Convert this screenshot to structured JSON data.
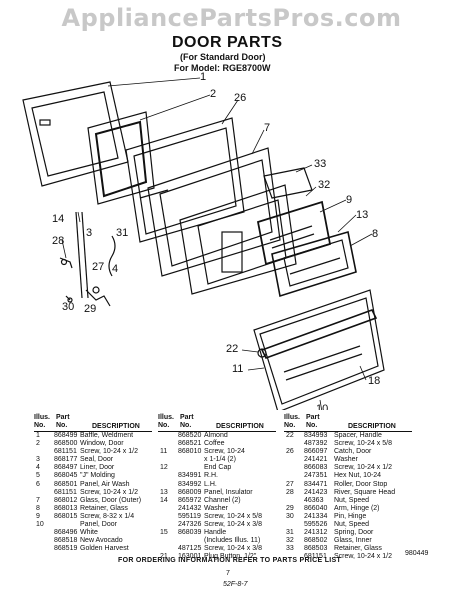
{
  "watermark": "AppliancePartsPros.com",
  "title": "DOOR PARTS",
  "subtitle": "(For Standard Door)",
  "model": "For Model: RGE8700W",
  "callouts": [
    "1",
    "2",
    "26",
    "7",
    "33",
    "32",
    "9",
    "13",
    "8",
    "14",
    "28",
    "3",
    "31",
    "4",
    "27",
    "30",
    "29",
    "22",
    "11",
    "18",
    "10"
  ],
  "columns": {
    "illus_no": "Illus. No.",
    "part_no": "Part No.",
    "description": "DESCRIPTION"
  },
  "table_left": [
    {
      "illus": "1",
      "part": "868499",
      "desc": "Baffle, Weldment"
    },
    {
      "illus": "2",
      "part": "868500",
      "desc": "Window, Door"
    },
    {
      "illus": "",
      "part": "681151",
      "desc": "Screw, 10-24 x 1/2"
    },
    {
      "illus": "3",
      "part": "868177",
      "desc": "Seal, Door"
    },
    {
      "illus": "4",
      "part": "868497",
      "desc": "Liner, Door"
    },
    {
      "illus": "5",
      "part": "868045",
      "desc": "\"J\" Molding"
    },
    {
      "illus": "6",
      "part": "868501",
      "desc": "Panel, Air Wash"
    },
    {
      "illus": "",
      "part": "681151",
      "desc": "Screw, 10-24 x 1/2"
    },
    {
      "illus": "7",
      "part": "868012",
      "desc": "Glass, Door (Outer)"
    },
    {
      "illus": "8",
      "part": "868013",
      "desc": "Retainer, Glass"
    },
    {
      "illus": "9",
      "part": "868015",
      "desc": "Screw, 8-32 x 1/4"
    },
    {
      "illus": "10",
      "part": "",
      "desc": "Panel, Door"
    },
    {
      "illus": "",
      "part": "868496",
      "desc": "White"
    },
    {
      "illus": "",
      "part": "868518",
      "desc": "New Avocado"
    },
    {
      "illus": "",
      "part": "868519",
      "desc": "Golden Harvest"
    }
  ],
  "table_mid": [
    {
      "illus": "",
      "part": "868520",
      "desc": "Almond"
    },
    {
      "illus": "",
      "part": "868521",
      "desc": "Coffee"
    },
    {
      "illus": "11",
      "part": "868010",
      "desc": "Screw, 10-24"
    },
    {
      "illus": "",
      "part": "",
      "desc": "x 1-1/4 (2)"
    },
    {
      "illus": "12",
      "part": "",
      "desc": "End Cap"
    },
    {
      "illus": "",
      "part": "834991",
      "desc": "R.H."
    },
    {
      "illus": "",
      "part": "834992",
      "desc": "L.H."
    },
    {
      "illus": "13",
      "part": "868009",
      "desc": "Panel, Insulator"
    },
    {
      "illus": "14",
      "part": "865972",
      "desc": "Channel (2)"
    },
    {
      "illus": "",
      "part": "241432",
      "desc": "Washer"
    },
    {
      "illus": "",
      "part": "595119",
      "desc": "Screw, 10-24 x 5/8"
    },
    {
      "illus": "",
      "part": "247326",
      "desc": "Screw, 10-24 x 3/8"
    },
    {
      "illus": "15",
      "part": "868039",
      "desc": "Handle"
    },
    {
      "illus": "",
      "part": "",
      "desc": "(Includes Illus. 11)"
    },
    {
      "illus": "",
      "part": "487125",
      "desc": "Screw, 10-24 x 3/8"
    },
    {
      "illus": "21",
      "part": "163001",
      "desc": "Plug Button, 1/2\""
    }
  ],
  "table_right": [
    {
      "illus": "22",
      "part": "834993",
      "desc": "Spacer, Handle"
    },
    {
      "illus": "",
      "part": "487392",
      "desc": "Screw, 10-24 x 5/8"
    },
    {
      "illus": "26",
      "part": "866097",
      "desc": "Catch, Door"
    },
    {
      "illus": "",
      "part": "241421",
      "desc": "Washer"
    },
    {
      "illus": "",
      "part": "866083",
      "desc": "Screw, 10-24 x 1/2"
    },
    {
      "illus": "",
      "part": "247351",
      "desc": "Hex Nut, 10-24"
    },
    {
      "illus": "27",
      "part": "834471",
      "desc": "Roller, Door Stop"
    },
    {
      "illus": "28",
      "part": "241423",
      "desc": "River, Square Head"
    },
    {
      "illus": "",
      "part": "46363",
      "desc": "Nut, Speed"
    },
    {
      "illus": "29",
      "part": "866040",
      "desc": "Arm, Hinge (2)"
    },
    {
      "illus": "30",
      "part": "241334",
      "desc": "Pin, Hinge"
    },
    {
      "illus": "",
      "part": "595526",
      "desc": "Nut, Speed"
    },
    {
      "illus": "31",
      "part": "241312",
      "desc": "Spring, Door"
    },
    {
      "illus": "32",
      "part": "868502",
      "desc": "Glass, Inner"
    },
    {
      "illus": "33",
      "part": "868503",
      "desc": "Retainer, Glass"
    },
    {
      "illus": "",
      "part": "681151",
      "desc": "Screw, 10-24 x 1/2"
    }
  ],
  "footer": "FOR ORDERING INFORMATION REFER TO PARTS PRICE LIST",
  "page_number": "7",
  "page_code": "52F-8-7",
  "reference": "980449"
}
